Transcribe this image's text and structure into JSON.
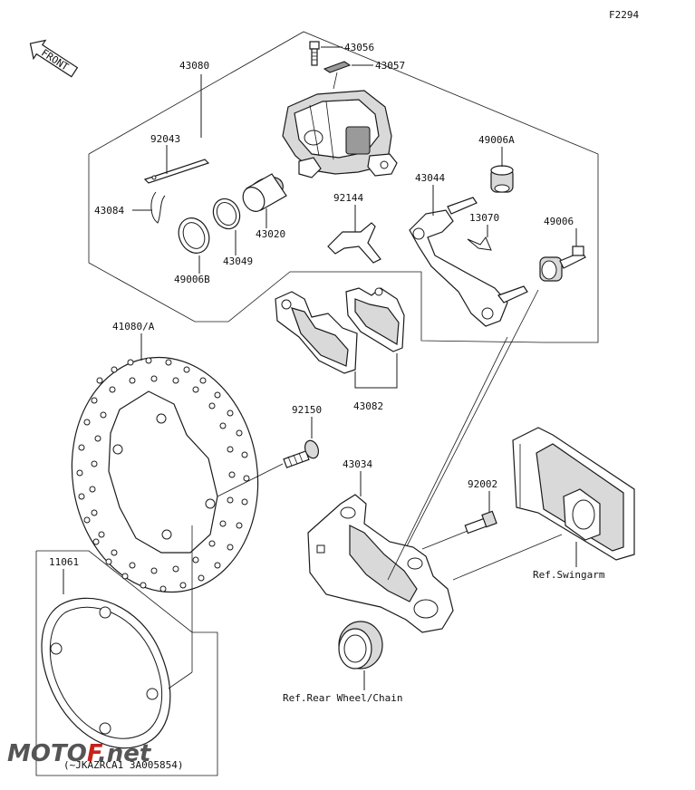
{
  "diagram_code": "F2294",
  "front_label": "FRONT",
  "labels": {
    "p43056": "43056",
    "p43057": "43057",
    "p43080": "43080",
    "p92043": "92043",
    "p43084": "43084",
    "p43020": "43020",
    "p43049": "43049",
    "p49006B": "49006B",
    "p92144": "92144",
    "p43044": "43044",
    "p49006A": "49006A",
    "p13070": "13070",
    "p49006": "49006",
    "p43082": "43082",
    "p41080A": "41080/A",
    "p92150": "92150",
    "p43034": "43034",
    "p92002": "92002",
    "p11061": "11061",
    "ref_swingarm": "Ref.Swingarm",
    "ref_wheel": "Ref.Rear Wheel/Chain",
    "serial_note": "(~JKAZRCA1 3A005854)"
  },
  "watermark": {
    "brand_prefix": "MOTO",
    "brand_accent": "F",
    "brand_suffix": ".net"
  },
  "colors": {
    "line": "#1a1a1a",
    "shade": "#d9d9d9",
    "watermark_accent": "#c8211a"
  }
}
